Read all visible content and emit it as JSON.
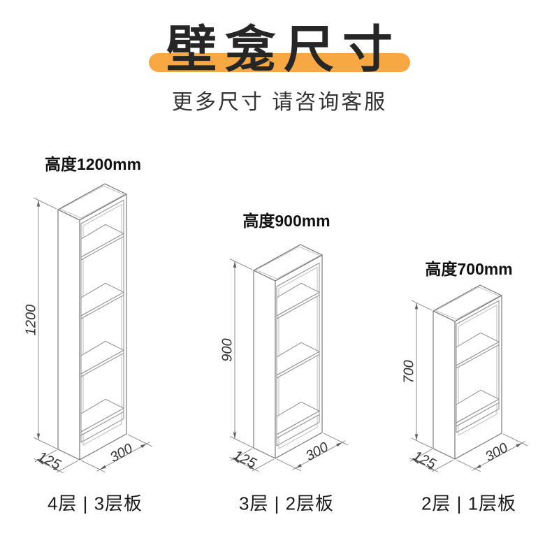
{
  "header": {
    "title": "壁龛尺寸",
    "subtitle": "更多尺寸 请咨询客服",
    "accent_color": "#F8A843"
  },
  "niches": [
    {
      "height_label": "高度1200mm",
      "height_value": "1200",
      "depth_value": "125",
      "width_value": "300",
      "caption": "4层 | 3层板"
    },
    {
      "height_label": "高度900mm",
      "height_value": "900",
      "depth_value": "125",
      "width_value": "300",
      "caption": "3层 | 2层板"
    },
    {
      "height_label": "高度700mm",
      "height_value": "700",
      "depth_value": "125",
      "width_value": "300",
      "caption": "2层 | 1层板"
    }
  ]
}
